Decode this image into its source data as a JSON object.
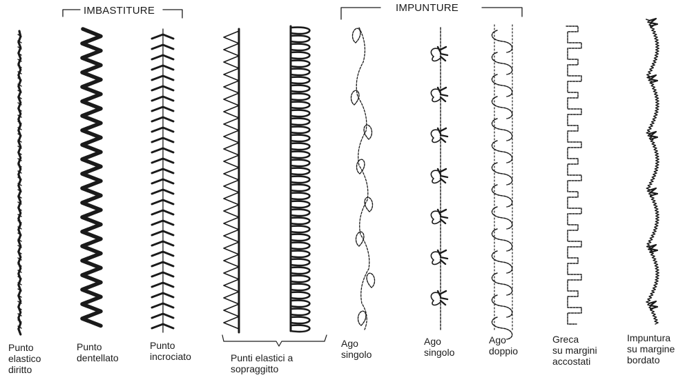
{
  "groups": {
    "imbastiture": "IMBASTITURE",
    "impunture": "IMPUNTURE"
  },
  "captions": {
    "elastico_diritto": [
      "Punto",
      "elastico",
      "diritto"
    ],
    "dentellato": [
      "Punto",
      "dentellato"
    ],
    "incrociato": [
      "Punto",
      "incrociato"
    ],
    "sopraggitto": [
      "Punti elastici a",
      "sopraggitto"
    ],
    "ago_singolo_1": [
      "Ago",
      "singolo"
    ],
    "ago_singolo_2": [
      "Ago",
      "singolo"
    ],
    "ago_doppio": [
      "Ago",
      "doppio"
    ],
    "greca": [
      "Greca",
      "su margini",
      "accostati"
    ],
    "bordato": [
      "Impuntura",
      "su margine",
      "bordato"
    ]
  },
  "colors": {
    "ink": "#1a1a1a",
    "paper": "#ffffff"
  }
}
